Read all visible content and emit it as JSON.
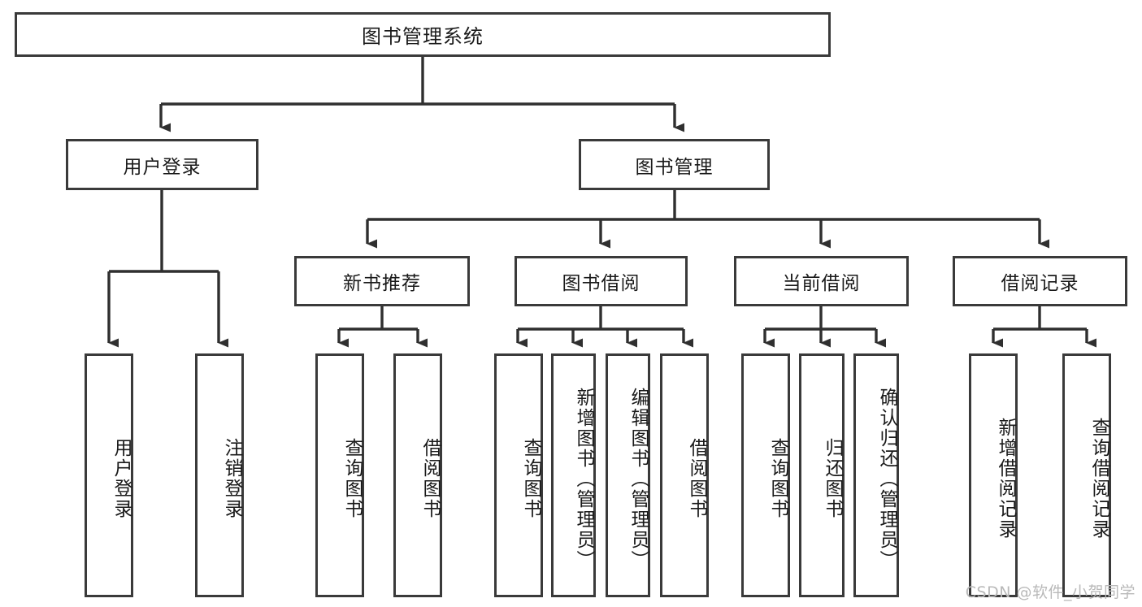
{
  "diagram": {
    "type": "tree-hierarchy-chart",
    "title": "图书管理系统",
    "levels": {
      "root": {
        "label": "图书管理系统"
      },
      "level2": [
        {
          "label": "用户登录"
        },
        {
          "label": "图书管理"
        }
      ],
      "level3": [
        {
          "label": "新书推荐"
        },
        {
          "label": "图书借阅"
        },
        {
          "label": "当前借阅"
        },
        {
          "label": "借阅记录"
        }
      ],
      "leaves": [
        {
          "label": "用户登录",
          "parent": "用户登录"
        },
        {
          "label": "注销登录",
          "parent": "用户登录"
        },
        {
          "label": "查询图书",
          "parent": "新书推荐"
        },
        {
          "label": "借阅图书",
          "parent": "新书推荐"
        },
        {
          "label": "查询图书",
          "parent": "图书借阅"
        },
        {
          "label": "新增图书（管理员）",
          "parent": "图书借阅"
        },
        {
          "label": "编辑图书（管理员）",
          "parent": "图书借阅"
        },
        {
          "label": "借阅图书",
          "parent": "图书借阅"
        },
        {
          "label": "查询图书",
          "parent": "当前借阅"
        },
        {
          "label": "归还图书",
          "parent": "当前借阅"
        },
        {
          "label": "确认归还（管理员）",
          "parent": "当前借阅"
        },
        {
          "label": "新增借阅记录",
          "parent": "借阅记录"
        },
        {
          "label": "查询借阅记录",
          "parent": "借阅记录"
        }
      ]
    },
    "colors": {
      "box_border": "#3a3a3a",
      "box_fill": "#ffffff",
      "connector": "#2f2f2f",
      "text": "#1a1a1a",
      "watermark": "#b9b9b9",
      "background": "#ffffff"
    }
  },
  "watermark": {
    "text": "CSDN @软件_小贺同学"
  }
}
